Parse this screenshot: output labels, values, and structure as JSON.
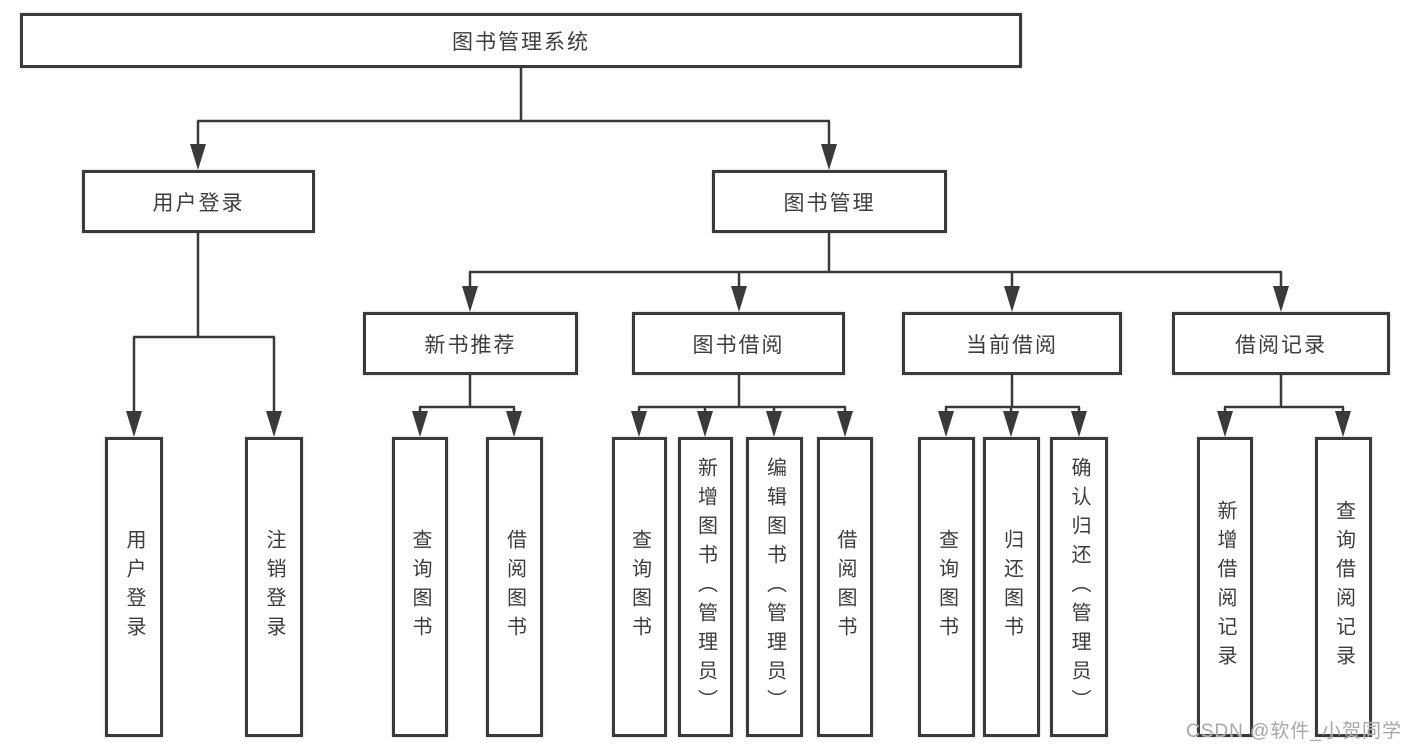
{
  "tree": {
    "label": "图书管理系统",
    "children": [
      {
        "label": "用户登录",
        "children": [
          {
            "label": "用户登录"
          },
          {
            "label": "注销登录"
          }
        ]
      },
      {
        "label": "图书管理",
        "children": [
          {
            "label": "新书推荐",
            "children": [
              {
                "label": "查询图书"
              },
              {
                "label": "借阅图书"
              }
            ]
          },
          {
            "label": "图书借阅",
            "children": [
              {
                "label": "查询图书"
              },
              {
                "label": "新增图书（管理员）"
              },
              {
                "label": "编辑图书（管理员）"
              },
              {
                "label": "借阅图书"
              }
            ]
          },
          {
            "label": "当前借阅",
            "children": [
              {
                "label": "查询图书"
              },
              {
                "label": "归还图书"
              },
              {
                "label": "确认归还（管理员）"
              }
            ]
          },
          {
            "label": "借阅记录",
            "children": [
              {
                "label": "新增借阅记录"
              },
              {
                "label": "查询借阅记录"
              }
            ]
          }
        ]
      }
    ]
  },
  "watermark": {
    "text": "CSDN @软件_小贺同学"
  },
  "colors": {
    "line": "#3a3a3a",
    "text": "#3d3d3d",
    "watermark": "#a8a8a8",
    "background": "#ffffff"
  }
}
